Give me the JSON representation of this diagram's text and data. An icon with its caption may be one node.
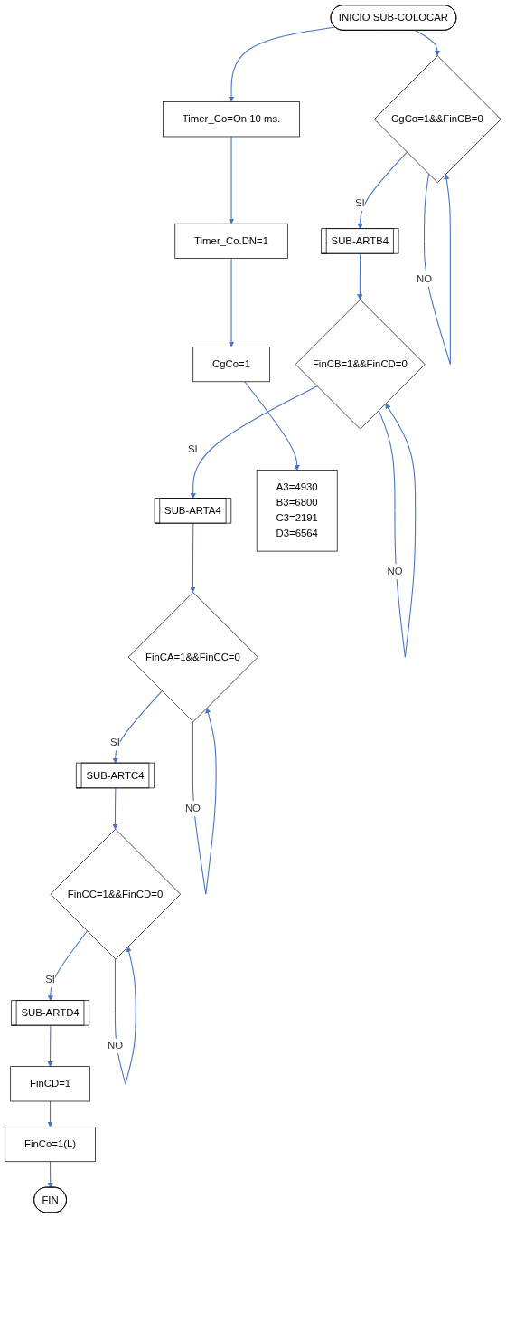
{
  "diagram": {
    "nodes": [
      {
        "text": [
          "INICIO SUB-COLOCAR"
        ]
      },
      {
        "text": [
          "CgCo=1&&FinCB=0"
        ]
      },
      {
        "text": [
          "SUB-ARTB4"
        ]
      },
      {
        "text": [
          "FinCB=1&&FinCD=0"
        ]
      },
      {
        "text": [
          "SUB-ARTA4"
        ]
      },
      {
        "text": [
          "FinCA=1&&FinCC=0"
        ]
      },
      {
        "text": [
          "SUB-ARTC4"
        ]
      },
      {
        "text": [
          "FinCC=1&&FinCD=0"
        ]
      },
      {
        "text": [
          "SUB-ARTD4"
        ]
      },
      {
        "text": [
          "FinCD=1"
        ]
      },
      {
        "text": [
          "FinCo=1(L)"
        ]
      },
      {
        "text": [
          "FIN"
        ]
      },
      {
        "text": [
          "Timer_Co=On 10 ms."
        ]
      },
      {
        "text": [
          "Timer_Co.DN=1"
        ]
      },
      {
        "text": [
          "CgCo=1"
        ]
      },
      {
        "text": [
          "A3=4930",
          "B3=6800",
          "C3=2191",
          "D3=6564"
        ]
      }
    ],
    "edges": [
      {
        "from": 0,
        "to": 1,
        "arrow": "to"
      },
      {
        "from": 1,
        "to": 1,
        "arrow": "to",
        "label": "NO"
      },
      {
        "from": 1,
        "to": 2,
        "arrow": "to",
        "label": "SI"
      },
      {
        "from": 2,
        "to": 3,
        "arrow": "to"
      },
      {
        "from": 3,
        "to": 3,
        "arrow": "to",
        "label": "NO"
      },
      {
        "from": 3,
        "to": 4,
        "arrow": "to",
        "label": "SI"
      },
      {
        "from": 4,
        "to": 5,
        "arrow": "to"
      },
      {
        "from": 5,
        "to": 5,
        "arrow": "to",
        "label": "NO"
      },
      {
        "from": 5,
        "to": 6,
        "arrow": "to",
        "label": "SI"
      },
      {
        "from": 6,
        "to": 7,
        "arrow": "to"
      },
      {
        "from": 7,
        "to": 7,
        "arrow": "to",
        "label": "NO"
      },
      {
        "from": 7,
        "to": 8,
        "arrow": "to",
        "label": "SI"
      },
      {
        "from": 8,
        "to": 9,
        "arrow": "to"
      },
      {
        "from": 9,
        "to": 10,
        "arrow": "to"
      },
      {
        "from": 10,
        "to": 11,
        "arrow": "to"
      },
      {
        "from": 0,
        "to": 12,
        "arrow": "to"
      },
      {
        "from": 12,
        "to": 13,
        "arrow": "to"
      },
      {
        "from": 13,
        "to": 14,
        "arrow": "to"
      },
      {
        "from": 14,
        "to": 15,
        "arrow": "to"
      }
    ]
  }
}
